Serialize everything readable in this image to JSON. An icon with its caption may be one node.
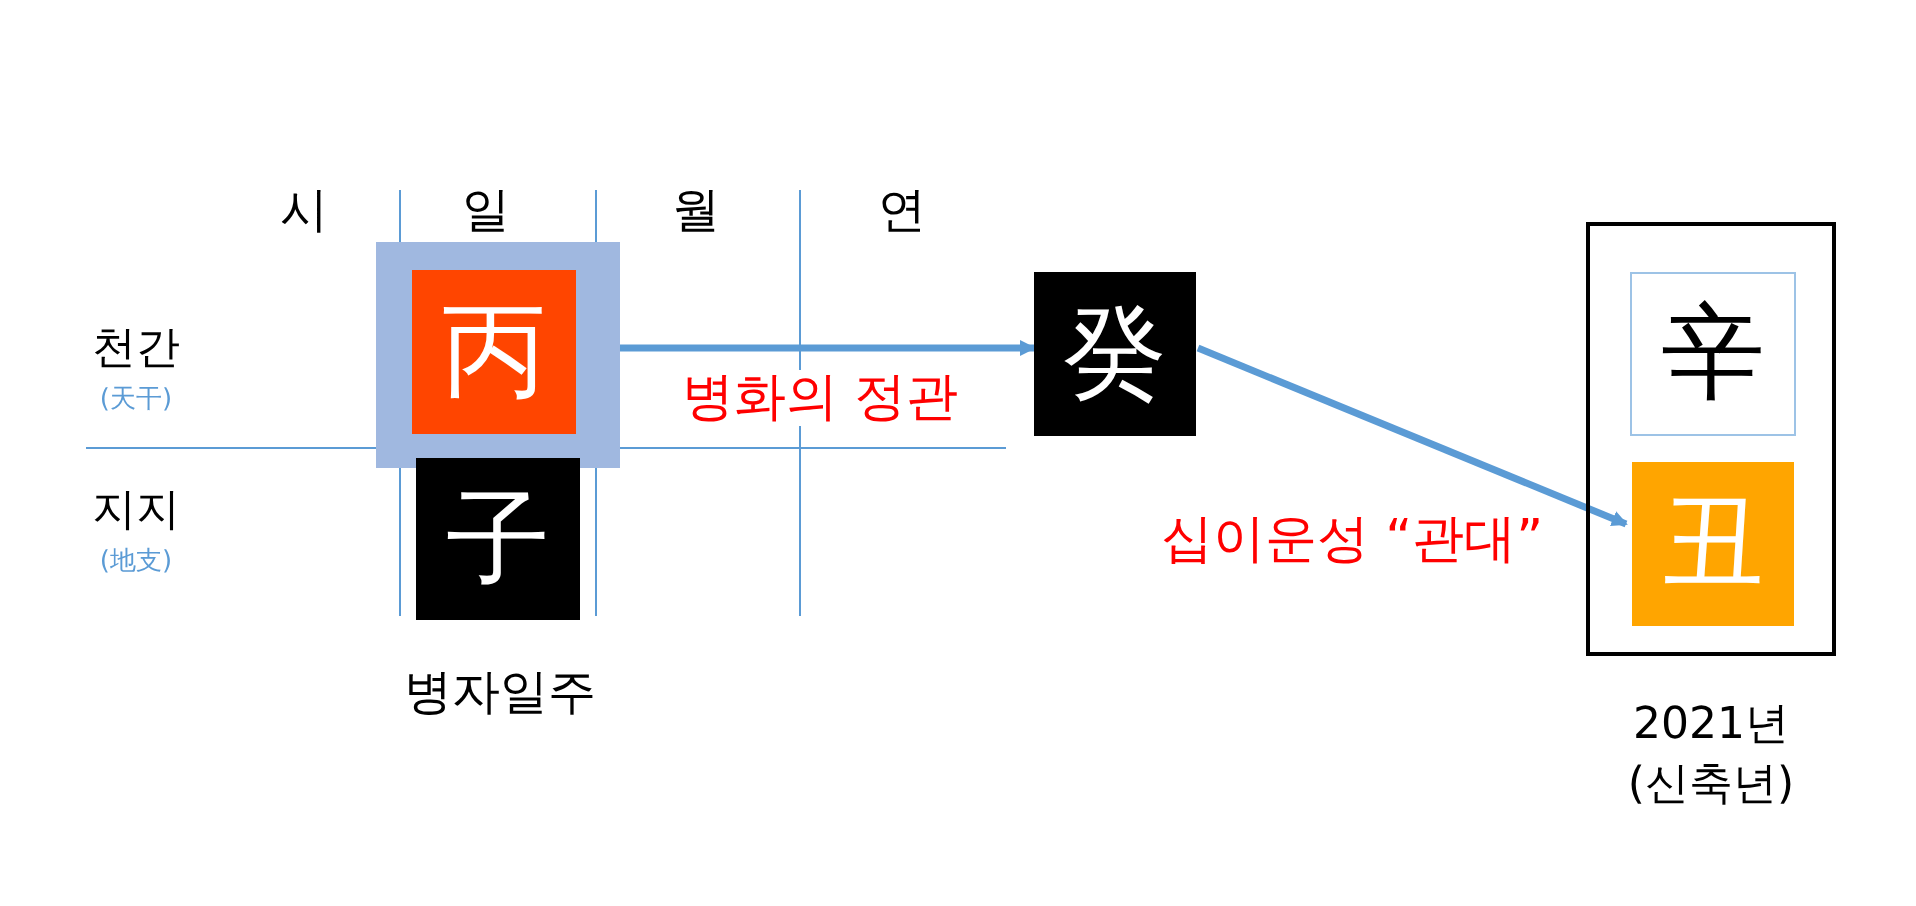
{
  "diagram": {
    "nodes": [
      {
        "text": [],
        "shape": "box"
      },
      {
        "text": [
          "丙"
        ],
        "in": 0
      },
      {
        "text": [
          "子"
        ]
      },
      {
        "text": [
          "癸"
        ]
      },
      {
        "text": [],
        "shape": "box",
        "beside": [
          "2021년 (신축년)"
        ]
      },
      {
        "text": [
          "辛"
        ],
        "in": 4
      },
      {
        "text": [
          "丑"
        ],
        "in": 4
      }
    ],
    "edges": [
      {
        "from": 1,
        "to": 3,
        "arrow": "to",
        "label": "병화의 정관"
      },
      {
        "from": 3,
        "to": 6,
        "arrow": "to",
        "label": "십이운성 “관대”"
      }
    ],
    "labels": [
      "시",
      "일",
      "월",
      "연",
      "천간",
      "(天干)",
      "지지",
      "(地支)",
      "병자일주"
    ]
  }
}
